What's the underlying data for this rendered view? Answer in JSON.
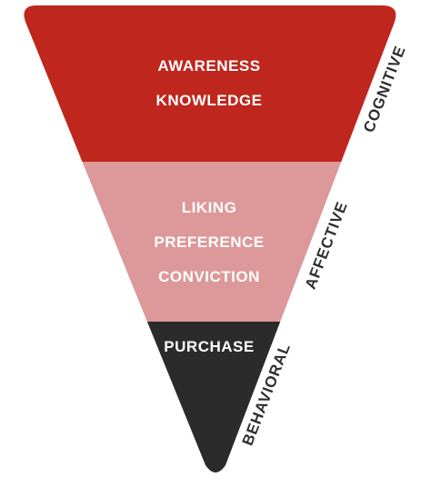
{
  "funnel": {
    "layers": [
      {
        "id": "cognitive",
        "color": "#bf261d",
        "items": [
          "AWARENESS",
          "KNOWLEDGE"
        ],
        "side_label": "COGNITIVE"
      },
      {
        "id": "affective",
        "color": "#dd989a",
        "items": [
          "LIKING",
          "PREFERENCE",
          "CONVICTION"
        ],
        "side_label": "AFFECTIVE"
      },
      {
        "id": "behavioral",
        "color": "#2b2b2b",
        "items": [
          "PURCHASE"
        ],
        "side_label": "BEHAVIORAL"
      }
    ]
  }
}
